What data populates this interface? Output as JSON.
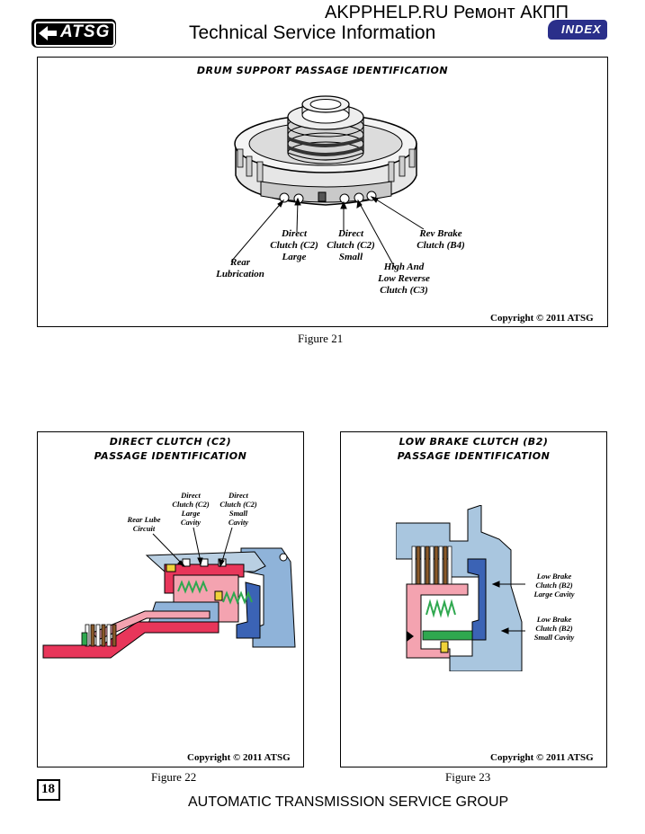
{
  "header": {
    "logo_text": "ATSG",
    "site_text": "AKPPHELP.RU Ремонт АКПП",
    "title": "Technical Service Information",
    "index_button": "INDEX"
  },
  "figure21": {
    "heading": "DRUM SUPPORT PASSAGE IDENTIFICATION",
    "labels": {
      "rear_lubrication": "Rear\nLubrication",
      "direct_c2_large": "Direct\nClutch (C2)\nLarge",
      "direct_c2_small": "Direct\nClutch (C2)\nSmall",
      "high_low_reverse": "High And\nLow Reverse\nClutch (C3)",
      "rev_brake": "Rev Brake\nClutch (B4)"
    },
    "copyright": "Copyright © 2011 ATSG",
    "caption": "Figure 21"
  },
  "figure22": {
    "heading_line1": "DIRECT CLUTCH (C2)",
    "heading_line2": "PASSAGE IDENTIFICATION",
    "labels": {
      "rear_lube": "Rear Lube\nCircuit",
      "c2_large": "Direct\nClutch (C2)\nLarge\nCavity",
      "c2_small": "Direct\nClutch (C2)\nSmall\nCavity"
    },
    "copyright": "Copyright © 2011 ATSG",
    "caption": "Figure 22"
  },
  "figure23": {
    "heading_line1": "LOW BRAKE CLUTCH (B2)",
    "heading_line2": "PASSAGE IDENTIFICATION",
    "labels": {
      "b2_large": "Low Brake\nClutch (B2)\nLarge Cavity",
      "b2_small": "Low Brake\nClutch (B2)\nSmall Cavity"
    },
    "copyright": "Copyright © 2011 ATSG",
    "caption": "Figure 23"
  },
  "footer": {
    "page_number": "18",
    "org_name": "AUTOMATIC TRANSMISSION SERVICE GROUP"
  },
  "colors": {
    "blue": "#8fb3d9",
    "red": "#e8365a",
    "pink": "#f4a3b0",
    "green": "#2fa84f",
    "steel": "#b9cfe2",
    "yellow": "#f0d23a",
    "index_bg": "#2a2f8a"
  }
}
